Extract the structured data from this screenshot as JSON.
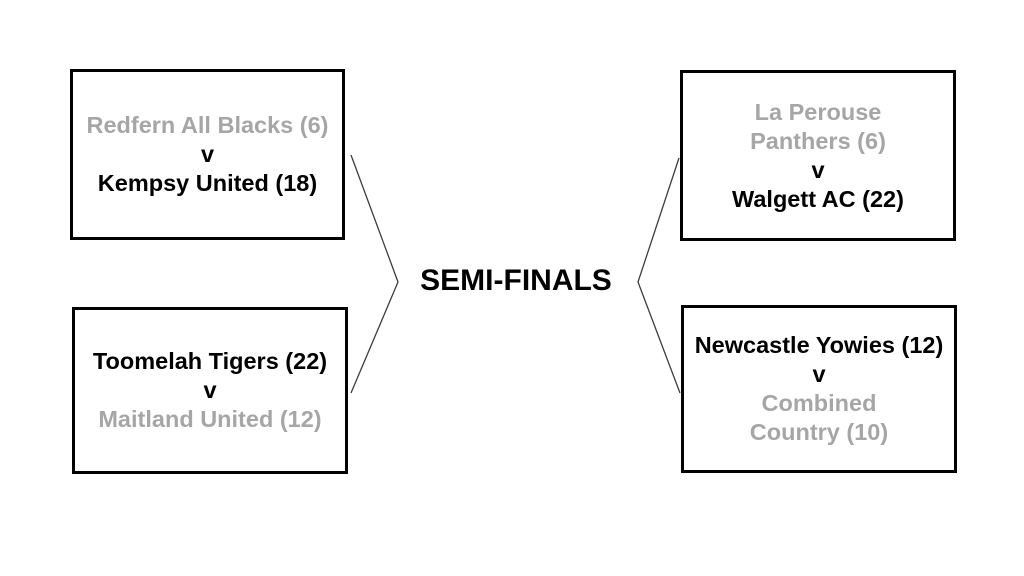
{
  "title": "SEMI-FINALS",
  "colors": {
    "winner_text": "#000000",
    "loser_text": "#a6a6a6",
    "box_border": "#000000",
    "connector": "#3d3d3d",
    "background": "#ffffff"
  },
  "matches": [
    {
      "position": "left-top",
      "lines": [
        {
          "text": "Redfern All Blacks (6)",
          "role": "loser"
        },
        {
          "text": "v",
          "role": "versus"
        },
        {
          "text": "Kempsy United (18)",
          "role": "winner"
        }
      ]
    },
    {
      "position": "left-bottom",
      "lines": [
        {
          "text": "Toomelah Tigers (22)",
          "role": "winner"
        },
        {
          "text": "v",
          "role": "versus"
        },
        {
          "text": "Maitland United (12)",
          "role": "loser"
        }
      ]
    },
    {
      "position": "right-top",
      "lines": [
        {
          "text": "La Perouse",
          "role": "loser"
        },
        {
          "text": "Panthers (6)",
          "role": "loser"
        },
        {
          "text": "v",
          "role": "versus"
        },
        {
          "text": "Walgett AC (22)",
          "role": "winner"
        }
      ]
    },
    {
      "position": "right-bottom",
      "lines": [
        {
          "text": "Newcastle Yowies (12)",
          "role": "winner"
        },
        {
          "text": "v",
          "role": "versus"
        },
        {
          "text": "Combined",
          "role": "loser"
        },
        {
          "text": "Country (10)",
          "role": "loser"
        }
      ]
    }
  ]
}
